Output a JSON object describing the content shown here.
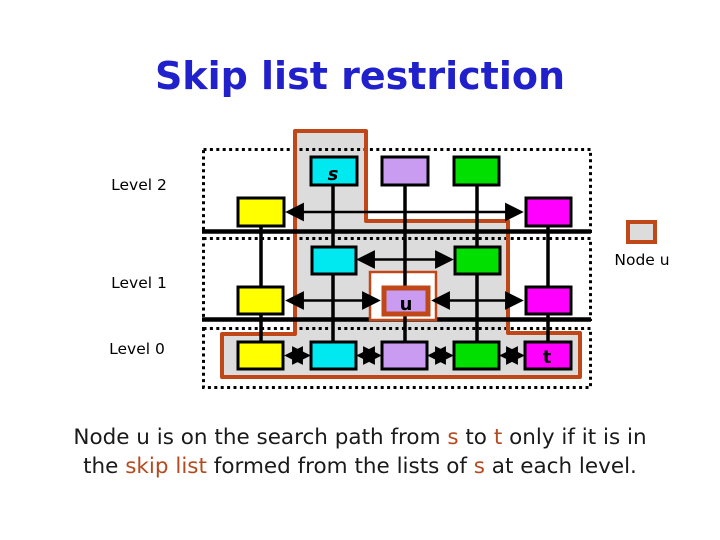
{
  "title": "Skip list restriction",
  "diagram": {
    "levels": [
      {
        "label": "Level 2",
        "nodes": [
          "yellow",
          "cyan(s)",
          "lavender",
          "green",
          "magenta"
        ]
      },
      {
        "label": "Level 1",
        "nodes": [
          "yellow",
          "cyan",
          "lavender(u)",
          "green",
          "magenta"
        ]
      },
      {
        "label": "Level 0",
        "nodes": [
          "yellow",
          "cyan",
          "lavender",
          "green",
          "magenta(t)"
        ]
      }
    ],
    "node_labels": {
      "s": "s",
      "u": "u",
      "t": "t"
    },
    "legend": {
      "label": "Node u"
    },
    "search_path_note": "gray shaded staircase region outlined in orange covering column of s and widening toward t at lower levels"
  },
  "caption": {
    "line1": [
      {
        "text": "Node u is on the search path from ",
        "red": false
      },
      {
        "text": "s",
        "red": true
      },
      {
        "text": " to ",
        "red": false
      },
      {
        "text": "t",
        "red": true
      },
      {
        "text": " only if it is in",
        "red": false
      }
    ],
    "line2": [
      {
        "text": "the ",
        "red": false
      },
      {
        "text": "skip list",
        "red": true
      },
      {
        "text": " formed from the lists of ",
        "red": false
      },
      {
        "text": "s",
        "red": true
      },
      {
        "text": " at each level.",
        "red": false
      }
    ]
  },
  "colors": {
    "title_blue": "#2121CB",
    "accent_orange": "#C04818",
    "caption_red": "#B44A1F",
    "path_gray": "#DCDCDC",
    "node_yellow": "#FFFF00",
    "node_cyan": "#00E9F0",
    "node_lavender": "#C99CF2",
    "node_green": "#00DF00",
    "node_magenta": "#FF00FF",
    "line_black": "#000000"
  }
}
